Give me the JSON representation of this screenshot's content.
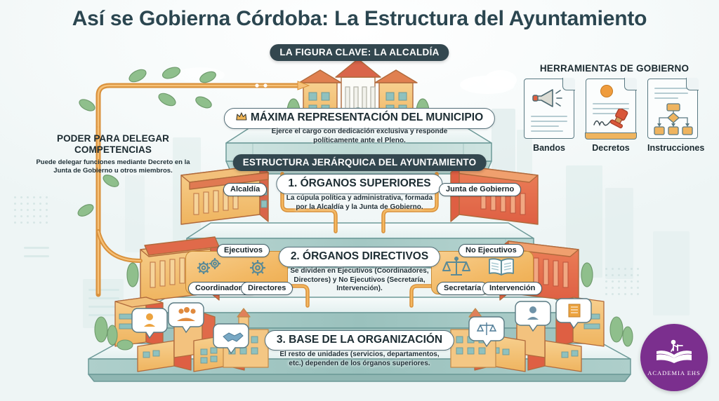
{
  "title": "Así se Gobierna Córdoba: La Estructura del Ayuntamiento",
  "banners": {
    "key_figure": "LA FIGURA CLAVE: LA ALCALDÍA",
    "hierarchy": "ESTRUCTURA JERÁRQUICA DEL AYUNTAMIENTO"
  },
  "mayor": {
    "heading": "MÁXIMA REPRESENTACIÓN DEL MUNICIPIO",
    "description": "Ejerce el cargo con dedicación exclusiva y responde políticamente ante el Pleno.",
    "icon": "crown-icon"
  },
  "left_panel": {
    "heading_line1": "PODER PARA DELEGAR",
    "heading_line2": "COMPETENCIAS",
    "description": "Puede delegar funciones mediante Decreto en la Junta de Gobierno u otros miembros."
  },
  "tools_panel": {
    "title": "HERRAMIENTAS DE GOBIERNO",
    "items": [
      {
        "label": "Bandos",
        "icon": "megaphone-icon"
      },
      {
        "label": "Decretos",
        "icon": "stamp-icon"
      },
      {
        "label": "Instrucciones",
        "icon": "flowchart-icon"
      }
    ]
  },
  "tiers": [
    {
      "number": "1.",
      "heading": "1. ÓRGANOS SUPERIORES",
      "description": "La cúpula política y administrativa, formada por la Alcaldía y la Junta de Gobierno.",
      "left_label": "Alcaldía",
      "right_label": "Junta de Gobierno"
    },
    {
      "number": "2.",
      "heading": "2. ÓRGANOS DIRECTIVOS",
      "description": "Se dividen en Ejecutivos (Coordinadores, Directores) y No Ejecutivos (Secretaría, Intervención).",
      "left_group": {
        "label": "Ejecutivos",
        "items": [
          "Coordinadores",
          "Directores"
        ],
        "icons": [
          "gears-icon",
          "gear-icon"
        ]
      },
      "right_group": {
        "label": "No Ejecutivos",
        "items": [
          "Secretaría",
          "Intervención"
        ],
        "icons": [
          "scales-icon",
          "book-icon"
        ]
      }
    },
    {
      "number": "3.",
      "heading": "3. BASE DE LA ORGANIZACIÓN",
      "description": "El resto de unidades (servicios, departamentos, etc.) dependen de los órganos superiores."
    }
  ],
  "logo": {
    "name": "ACADEMIA EHS",
    "icon": "open-book-icon"
  },
  "colors": {
    "title": "#2b4650",
    "banner_bg": "#33474f",
    "tier_face": "#a9c9c5",
    "tier_top": "#f2f9f9",
    "accent_orange": "#e8a33d",
    "building_red": "#e06a4a",
    "logo_purple": "#7b2f8e",
    "outline": "#55707a"
  }
}
